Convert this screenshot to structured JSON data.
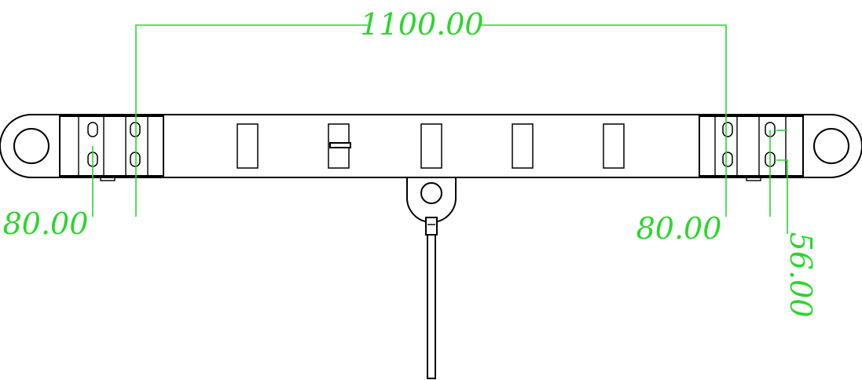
{
  "colors": {
    "dimension": "#2cd62c",
    "outline": "#000000",
    "background": "#ffffff"
  },
  "dimensions": {
    "overall_span": "1100.00",
    "left_offset": "80.00",
    "right_offset": "80.00",
    "slot_spacing": "56.00"
  }
}
